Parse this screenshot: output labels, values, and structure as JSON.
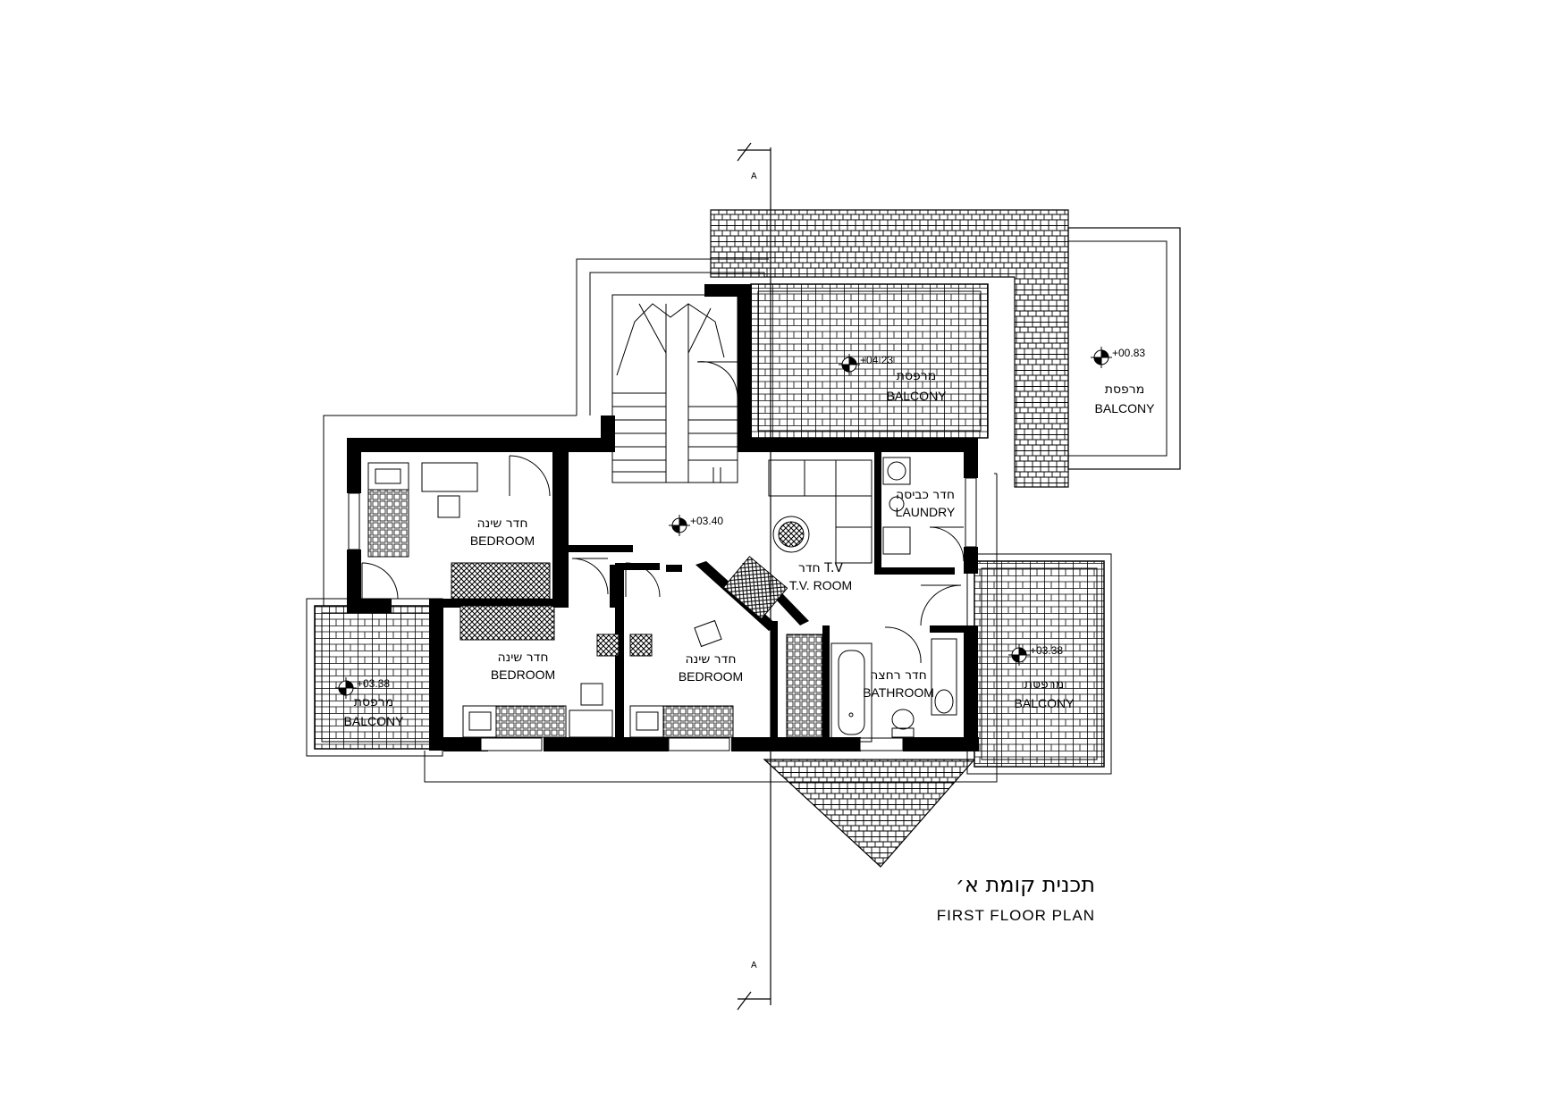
{
  "plan": {
    "title_he": "תכנית קומת א׳",
    "title_en": "FIRST FLOOR PLAN",
    "section_marker": "A"
  },
  "rooms": [
    {
      "id": "bedroom_1",
      "name_he": "חדר שינה",
      "name_en": "BEDROOM"
    },
    {
      "id": "bedroom_2",
      "name_he": "חדר שינה",
      "name_en": "BEDROOM"
    },
    {
      "id": "bedroom_3",
      "name_he": "חדר שינה",
      "name_en": "BEDROOM"
    },
    {
      "id": "tv_room",
      "name_he": "חדר T.V",
      "name_en": "T.V. ROOM"
    },
    {
      "id": "laundry",
      "name_he": "חדר כביסה",
      "name_en": "LAUNDRY"
    },
    {
      "id": "bathroom",
      "name_he": "חדר רחצה",
      "name_en": "BATHROOM"
    },
    {
      "id": "balcony_top",
      "name_he": "מרפסת",
      "name_en": "BALCONY"
    },
    {
      "id": "balcony_right",
      "name_he": "מרפסת",
      "name_en": "BALCONY"
    },
    {
      "id": "balcony_east",
      "name_he": "מרפסת",
      "name_en": "BALCONY"
    },
    {
      "id": "balcony_left",
      "name_he": "מרפסת",
      "name_en": "BALCONY"
    }
  ],
  "levels": [
    {
      "id": "hall",
      "value": "+03.40"
    },
    {
      "id": "balcony_top",
      "value": "+04.23"
    },
    {
      "id": "balcony_right",
      "value": "+00.83"
    },
    {
      "id": "balcony_east",
      "value": "+03.38"
    },
    {
      "id": "balcony_left",
      "value": "+03.38"
    }
  ],
  "colors": {
    "line": "#000000",
    "wall": "#000000",
    "background": "#ffffff"
  }
}
